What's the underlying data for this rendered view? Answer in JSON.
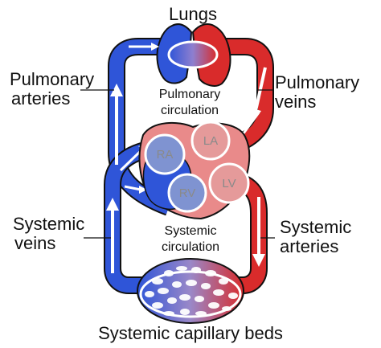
{
  "title": "Lungs",
  "labels": {
    "pulmonary_arteries_1": "Pulmonary",
    "pulmonary_arteries_2": "arteries",
    "pulmonary_veins_1": "Pulmonary",
    "pulmonary_veins_2": "veins",
    "pulmonary_circulation_1": "Pulmonary",
    "pulmonary_circulation_2": "circulation",
    "systemic_veins_1": "Systemic",
    "systemic_veins_2": "veins",
    "systemic_arteries_1": "Systemic",
    "systemic_arteries_2": "arteries",
    "systemic_circulation_1": "Systemic",
    "systemic_circulation_2": "circulation",
    "capillary_beds": "Systemic capillary beds"
  },
  "chambers": {
    "ra": "RA",
    "rv": "RV",
    "la": "LA",
    "lv": "LV"
  },
  "colors": {
    "deoxygenated": "#2f55d8",
    "oxygenated": "#d92b2b",
    "heart": "#e98a8a",
    "chamber_blue": "#7f93d1",
    "chamber_red": "#e59a9a",
    "outline": "#111111"
  }
}
